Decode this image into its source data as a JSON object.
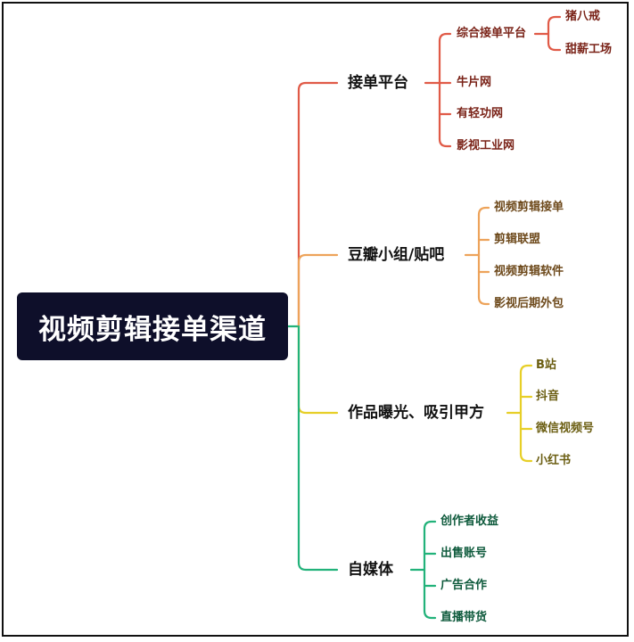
{
  "root": {
    "label": "视频剪辑接单渠道"
  },
  "branches": [
    {
      "label": "接单平台",
      "color": "#e05a47",
      "text_color": "#7a2318",
      "children": [
        {
          "label": "综合接单平台",
          "children": [
            "猪八戒",
            "甜薪工场"
          ]
        },
        {
          "label": "牛片网"
        },
        {
          "label": "有轻功网"
        },
        {
          "label": "影视工业网"
        }
      ]
    },
    {
      "label": "豆瓣小组/贴吧",
      "color": "#eda35a",
      "text_color": "#6e4a1c",
      "children": [
        {
          "label": "视频剪辑接单"
        },
        {
          "label": "剪辑联盟"
        },
        {
          "label": "视频剪辑软件"
        },
        {
          "label": "影视后期外包"
        }
      ]
    },
    {
      "label": "作品曝光、吸引甲方",
      "color": "#e7cf27",
      "text_color": "#6b5e12",
      "children": [
        {
          "label": "B站"
        },
        {
          "label": "抖音"
        },
        {
          "label": "微信视频号"
        },
        {
          "label": "小红书"
        }
      ]
    },
    {
      "label": "自媒体",
      "color": "#22b27a",
      "text_color": "#0e5a3c",
      "children": [
        {
          "label": "创作者收益"
        },
        {
          "label": "出售账号"
        },
        {
          "label": "广告合作"
        },
        {
          "label": "直播带货"
        }
      ]
    }
  ]
}
